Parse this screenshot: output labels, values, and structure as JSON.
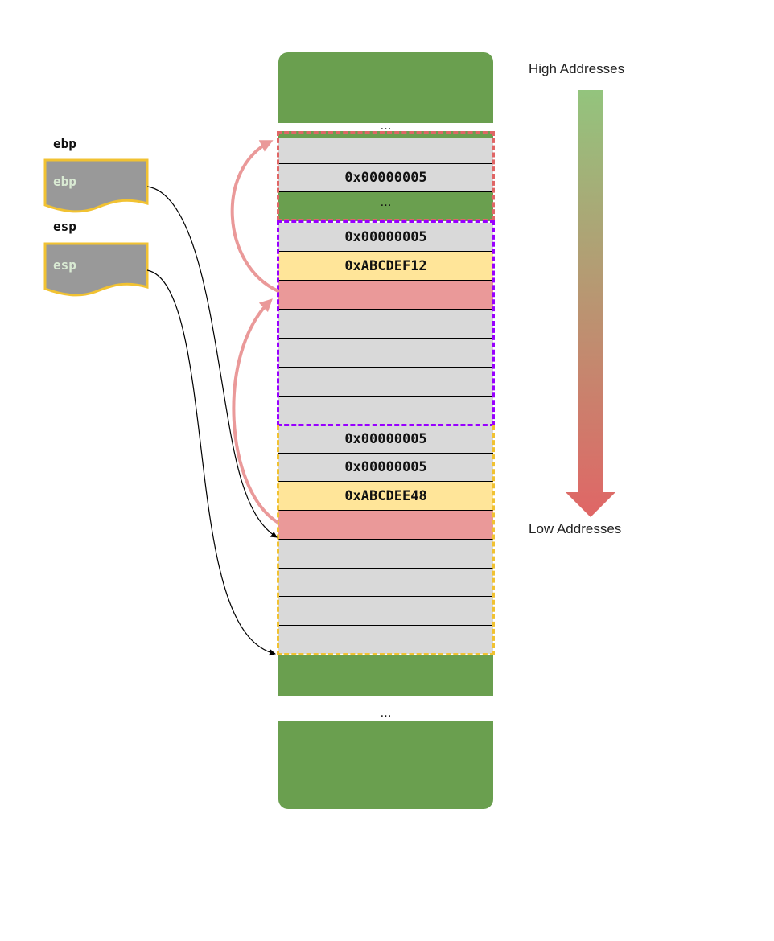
{
  "registers": {
    "ebp": {
      "label": "ebp",
      "value": "ebp"
    },
    "esp": {
      "label": "esp",
      "value": "esp"
    }
  },
  "stack": {
    "ellipsis_top": "…",
    "ellipsis_mid": "…",
    "ellipsis_bottom": "…",
    "cells": {
      "frame1_val": "0x00000005",
      "frame2_arg": "0x00000005",
      "frame2_ret": "0xABCDEF12",
      "frame3_arg1": "0x00000005",
      "frame3_arg2": "0x00000005",
      "frame3_ret": "0xABCDEE48"
    }
  },
  "addresses": {
    "high": "High Addresses",
    "low": "Low Addresses"
  },
  "colors": {
    "stack_green": "#6a9f4f",
    "cell_gray": "#d9d9d9",
    "return_yellow": "#ffe599",
    "saved_ebp_pink": "#ea9999",
    "frame1_border": "#e06666",
    "frame2_border": "#9900ff",
    "frame3_border": "#f1c232",
    "register_border": "#f1c232",
    "arrow_pink": "#ea9999",
    "gradient_top": "#93c47d",
    "gradient_bottom": "#e06666"
  }
}
